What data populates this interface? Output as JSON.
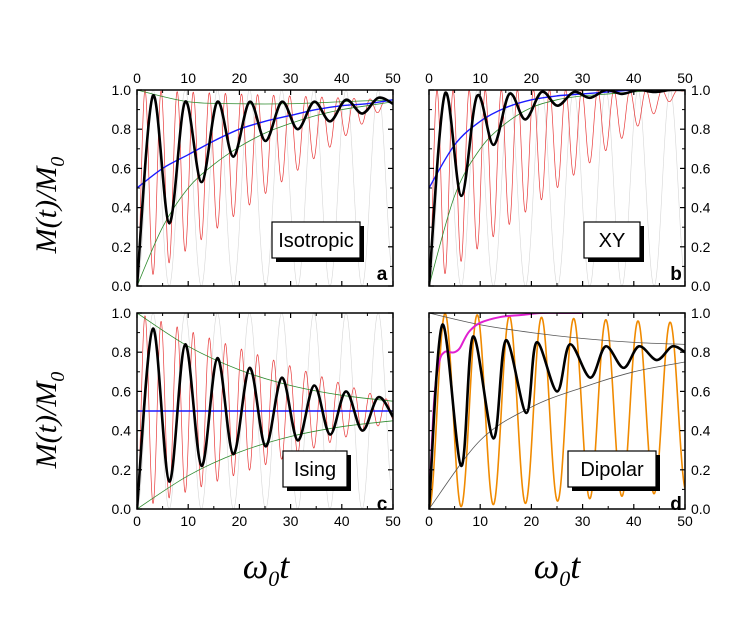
{
  "figure": {
    "ylabel_main": "M(t)/M",
    "ylabel_sub": "0",
    "xlabel_main": "ω",
    "xlabel_sub": "0",
    "xlabel_tail": "t"
  },
  "chart_data": [
    {
      "type": "line",
      "panel": "a",
      "box_label": "Isotropic",
      "xlim": [
        0,
        50
      ],
      "ylim": [
        0,
        1
      ],
      "xticks": [
        "0",
        "10",
        "20",
        "30",
        "40",
        "50"
      ],
      "yticks": [
        "0.0",
        "0.2",
        "0.4",
        "0.6",
        "0.8",
        "1.0"
      ],
      "series": [
        {
          "role": "magnetization",
          "color": "#000000",
          "x": [
            0,
            3.1,
            6.3,
            9.4,
            12.6,
            15.7,
            18.8,
            22.0,
            25.1,
            28.3,
            31.4,
            34.6,
            37.7,
            40.8,
            44.0,
            47.1,
            50
          ],
          "y": [
            0.0,
            0.97,
            0.32,
            0.94,
            0.53,
            0.94,
            0.66,
            0.94,
            0.74,
            0.94,
            0.8,
            0.94,
            0.84,
            0.95,
            0.88,
            0.96,
            0.93
          ]
        },
        {
          "role": "average",
          "color": "#1a1aff",
          "x": [
            0,
            5,
            10,
            15,
            20,
            25,
            30,
            35,
            40,
            45,
            50
          ],
          "y": [
            0.5,
            0.6,
            0.67,
            0.74,
            0.8,
            0.84,
            0.87,
            0.9,
            0.92,
            0.93,
            0.95
          ]
        },
        {
          "role": "upper envelope",
          "color": "#2e8b2e",
          "x": [
            0,
            10,
            20,
            30,
            40,
            50
          ],
          "y": [
            1.0,
            0.94,
            0.93,
            0.93,
            0.94,
            0.95
          ]
        },
        {
          "role": "lower envelope",
          "color": "#2e8b2e",
          "x": [
            0,
            5,
            10,
            15,
            20,
            25,
            30,
            35,
            40,
            45,
            50
          ],
          "y": [
            0.0,
            0.3,
            0.5,
            0.62,
            0.71,
            0.78,
            0.83,
            0.87,
            0.9,
            0.92,
            0.94
          ]
        },
        {
          "role": "red reference",
          "color": "#e83a3a",
          "period_x": 3.14,
          "amp_x": [
            0,
            50
          ],
          "amp_min": [
            0.0,
            0.94
          ],
          "amp_max": [
            1.0,
            0.95
          ]
        },
        {
          "role": "grey reference",
          "color": "#cccccc",
          "period_x": 6.28,
          "amp_min": 0.0,
          "amp_max": 1.0
        }
      ]
    },
    {
      "type": "line",
      "panel": "b",
      "box_label": "XY",
      "xlim": [
        0,
        50
      ],
      "ylim": [
        0,
        1
      ],
      "xticks": [
        "0",
        "10",
        "20",
        "30",
        "40",
        "50"
      ],
      "yticks": [
        "0.0",
        "0.2",
        "0.4",
        "0.6",
        "0.8",
        "1.0"
      ],
      "series": [
        {
          "role": "magnetization",
          "color": "#000000",
          "x": [
            0,
            3.1,
            6.3,
            9.4,
            12.6,
            15.7,
            18.8,
            22.0,
            25.1,
            28.3,
            31.4,
            34.6,
            37.7,
            40.8,
            44.0,
            47.1,
            50
          ],
          "y": [
            0.0,
            0.98,
            0.46,
            0.97,
            0.72,
            0.98,
            0.85,
            0.99,
            0.92,
            0.99,
            0.96,
            1.0,
            0.98,
            1.0,
            0.99,
            1.0,
            1.0
          ]
        },
        {
          "role": "average",
          "color": "#1a1aff",
          "x": [
            0,
            5,
            10,
            15,
            20,
            25,
            30,
            35,
            40,
            45,
            50
          ],
          "y": [
            0.5,
            0.72,
            0.84,
            0.91,
            0.95,
            0.97,
            0.98,
            0.99,
            1.0,
            1.0,
            1.0
          ]
        },
        {
          "role": "upper envelope",
          "color": "#2e8b2e",
          "x": [
            0,
            10,
            20,
            30,
            40,
            50
          ],
          "y": [
            1.0,
            1.0,
            1.0,
            1.0,
            1.0,
            1.0
          ]
        },
        {
          "role": "lower envelope",
          "color": "#2e8b2e",
          "x": [
            0,
            5,
            10,
            15,
            20,
            25,
            30,
            35,
            40,
            45,
            50
          ],
          "y": [
            0.0,
            0.46,
            0.7,
            0.83,
            0.91,
            0.95,
            0.97,
            0.98,
            0.99,
            1.0,
            1.0
          ]
        },
        {
          "role": "red reference",
          "color": "#e83a3a",
          "period_x": 3.14,
          "amp_x": [
            0,
            50
          ],
          "amp_min": [
            0.0,
            1.0
          ],
          "amp_max": [
            1.0,
            1.0
          ]
        },
        {
          "role": "grey reference",
          "color": "#cccccc",
          "period_x": 6.28,
          "amp_min": 0.0,
          "amp_max": 1.0
        }
      ]
    },
    {
      "type": "line",
      "panel": "c",
      "box_label": "Ising",
      "xlim": [
        0,
        50
      ],
      "ylim": [
        0,
        1
      ],
      "xticks": [
        "0",
        "10",
        "20",
        "30",
        "40",
        "50"
      ],
      "yticks": [
        "0.0",
        "0.2",
        "0.4",
        "0.6",
        "0.8",
        "1.0"
      ],
      "series": [
        {
          "role": "magnetization",
          "color": "#000000",
          "x": [
            0,
            3.1,
            6.3,
            9.4,
            12.6,
            15.7,
            18.8,
            22.0,
            25.1,
            28.3,
            31.4,
            34.6,
            37.7,
            40.8,
            44.0,
            47.1,
            50
          ],
          "y": [
            0.0,
            0.92,
            0.14,
            0.84,
            0.22,
            0.77,
            0.28,
            0.72,
            0.32,
            0.67,
            0.35,
            0.63,
            0.38,
            0.6,
            0.4,
            0.57,
            0.47
          ]
        },
        {
          "role": "average",
          "color": "#1a1aff",
          "x": [
            0,
            50
          ],
          "y": [
            0.5,
            0.5
          ]
        },
        {
          "role": "upper envelope",
          "color": "#2e8b2e",
          "x": [
            0,
            10,
            20,
            30,
            40,
            50
          ],
          "y": [
            1.0,
            0.83,
            0.71,
            0.63,
            0.58,
            0.55
          ]
        },
        {
          "role": "lower envelope",
          "color": "#2e8b2e",
          "x": [
            0,
            10,
            20,
            30,
            40,
            50
          ],
          "y": [
            0.0,
            0.17,
            0.29,
            0.37,
            0.42,
            0.45
          ]
        },
        {
          "role": "red reference",
          "color": "#e83a3a",
          "period_x": 3.14,
          "amp_x": [
            0,
            50
          ],
          "amp_min": [
            0.0,
            0.45
          ],
          "amp_max": [
            1.0,
            0.55
          ]
        },
        {
          "role": "grey reference",
          "color": "#cccccc",
          "period_x": 6.28,
          "amp_min": 0.0,
          "amp_max": 1.0
        }
      ]
    },
    {
      "type": "line",
      "panel": "d",
      "box_label": "Dipolar",
      "xlim": [
        0,
        50
      ],
      "ylim": [
        0,
        1
      ],
      "xticks": [
        "0",
        "10",
        "20",
        "30",
        "40",
        "50"
      ],
      "yticks": [
        "0.0",
        "0.2",
        "0.4",
        "0.6",
        "0.8",
        "1.0"
      ],
      "series": [
        {
          "role": "magnetization",
          "color": "#000000",
          "x": [
            0,
            2.6,
            6.3,
            8.6,
            12.6,
            15.0,
            19.0,
            21.0,
            25.0,
            27.5,
            31.5,
            34.5,
            38.0,
            41.0,
            44.5,
            47.5,
            50
          ],
          "y": [
            0.0,
            0.94,
            0.22,
            0.88,
            0.36,
            0.86,
            0.49,
            0.85,
            0.6,
            0.84,
            0.67,
            0.83,
            0.72,
            0.83,
            0.76,
            0.83,
            0.8
          ]
        },
        {
          "role": "magenta",
          "color": "#e020d0",
          "x": [
            0,
            1,
            2,
            3,
            4,
            5,
            6,
            7,
            8,
            10,
            14,
            18,
            22,
            26,
            30
          ],
          "y": [
            0.0,
            0.55,
            0.75,
            0.8,
            0.8,
            0.8,
            0.82,
            0.87,
            0.91,
            0.95,
            0.98,
            0.99,
            1.0,
            1.0,
            1.0
          ]
        },
        {
          "role": "orange oscillation",
          "color": "#f08a00",
          "period_x": 6.28,
          "amp_x": [
            0,
            10,
            20,
            30,
            40,
            50
          ],
          "amp_min": [
            0.0,
            0.02,
            0.03,
            0.05,
            0.07,
            0.09
          ],
          "amp_max": [
            1.0,
            0.99,
            0.98,
            0.97,
            0.96,
            0.95
          ]
        },
        {
          "role": "upper envelope",
          "color": "#555555",
          "x": [
            0,
            10,
            20,
            30,
            40,
            50
          ],
          "y": [
            1.0,
            0.94,
            0.9,
            0.87,
            0.85,
            0.84
          ]
        },
        {
          "role": "lower envelope",
          "color": "#555555",
          "x": [
            0,
            10,
            20,
            30,
            40,
            50
          ],
          "y": [
            0.0,
            0.35,
            0.52,
            0.62,
            0.7,
            0.75
          ]
        }
      ]
    }
  ]
}
